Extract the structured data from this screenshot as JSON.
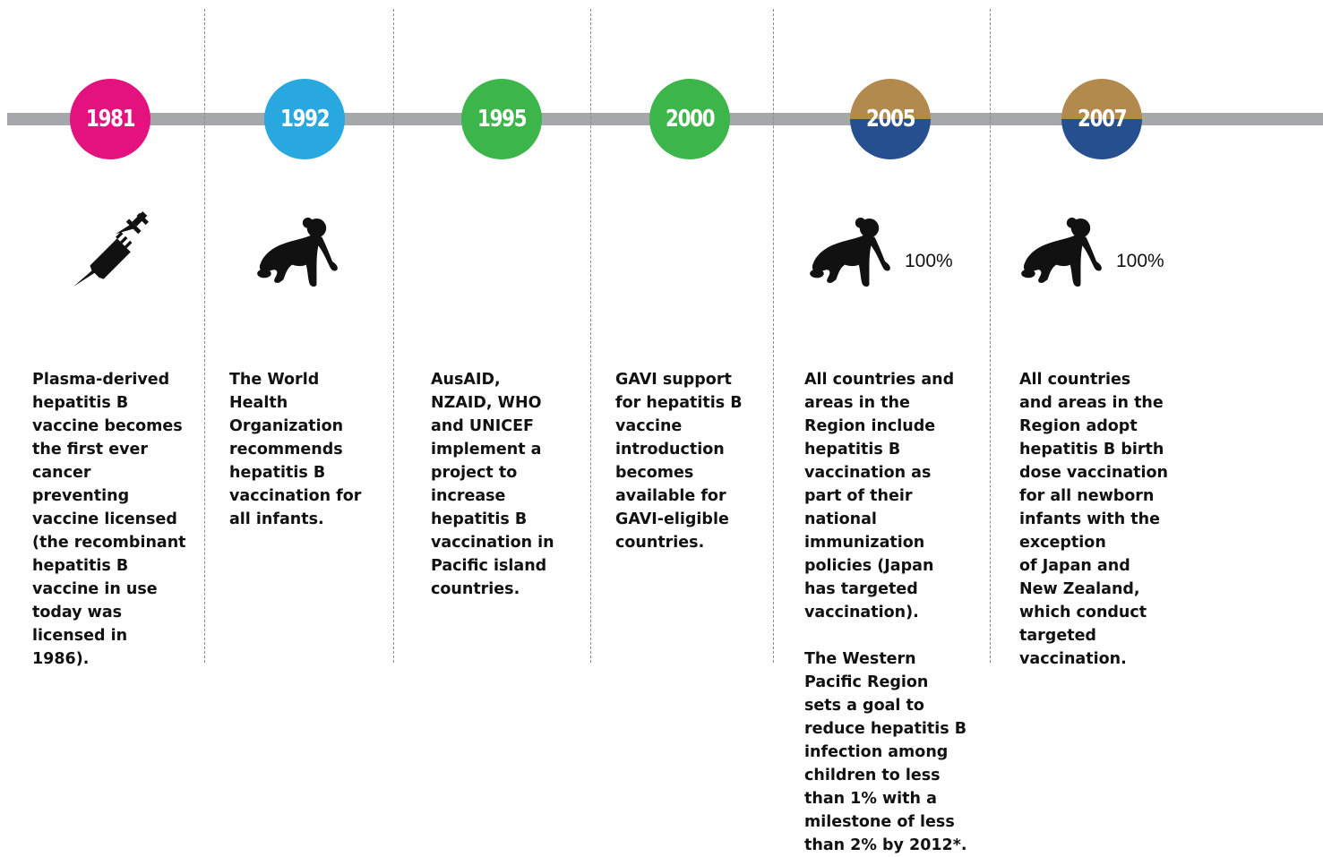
{
  "colors": {
    "bar": "#a5a7ab",
    "magenta": "#e4127e",
    "cyan": "#29a8e0",
    "green": "#3cb54a",
    "gold": "#b38a4e",
    "navy": "#264f8f"
  },
  "milestones": [
    {
      "year": "1981",
      "circle_color": "magenta",
      "icon": "syringe-icon",
      "lines": [
        "Plasma-derived",
        "hepatitis B",
        "vaccine becomes",
        "the first ever",
        "cancer",
        "preventing",
        "vaccine licensed",
        "(the recombinant",
        "hepatitis B",
        "vaccine in use",
        "today was",
        "licensed in",
        "1986)."
      ]
    },
    {
      "year": "1992",
      "circle_color": "cyan",
      "icon": "crawling-baby-icon",
      "lines": [
        "The World",
        "Health",
        "Organization",
        "recommends",
        "hepatitis B",
        "vaccination for",
        "all infants."
      ]
    },
    {
      "year": "1995",
      "circle_color": "green",
      "lines": [
        "AusAID,",
        "NZAID, WHO",
        "and UNICEF",
        "implement a",
        "project to",
        "increase",
        "hepatitis B",
        "vaccination in",
        "Pacific island",
        "countries."
      ]
    },
    {
      "year": "2000",
      "circle_color": "green",
      "lines": [
        "GAVI support",
        "for hepatitis B",
        "vaccine",
        "introduction",
        "becomes",
        "available for",
        "GAVI-eligible",
        "countries."
      ]
    },
    {
      "year": "2005",
      "circle_color": "gold/navy",
      "icon": "crawling-baby-icon",
      "percent": "100%",
      "lines": [
        "All countries and",
        "areas in the",
        "Region include",
        "hepatitis B",
        "vaccination as",
        "part of their",
        "national",
        "immunization",
        "policies (Japan",
        "has targeted",
        "vaccination)."
      ],
      "lines2": [
        "The Western",
        "Pacific Region",
        "sets a goal to",
        "reduce hepatitis B",
        "infection among",
        "children to less",
        "than 1% with a",
        "milestone of less",
        "than 2% by 2012*."
      ]
    },
    {
      "year": "2007",
      "circle_color": "gold/navy",
      "icon": "crawling-baby-icon",
      "percent": "100%",
      "lines": [
        "All countries",
        "and areas in the",
        "Region adopt",
        "hepatitis B birth",
        "dose vaccination",
        "for all newborn",
        "infants with the",
        "exception",
        "of Japan and",
        "New Zealand,",
        "which conduct",
        "targeted",
        "vaccination."
      ]
    }
  ]
}
